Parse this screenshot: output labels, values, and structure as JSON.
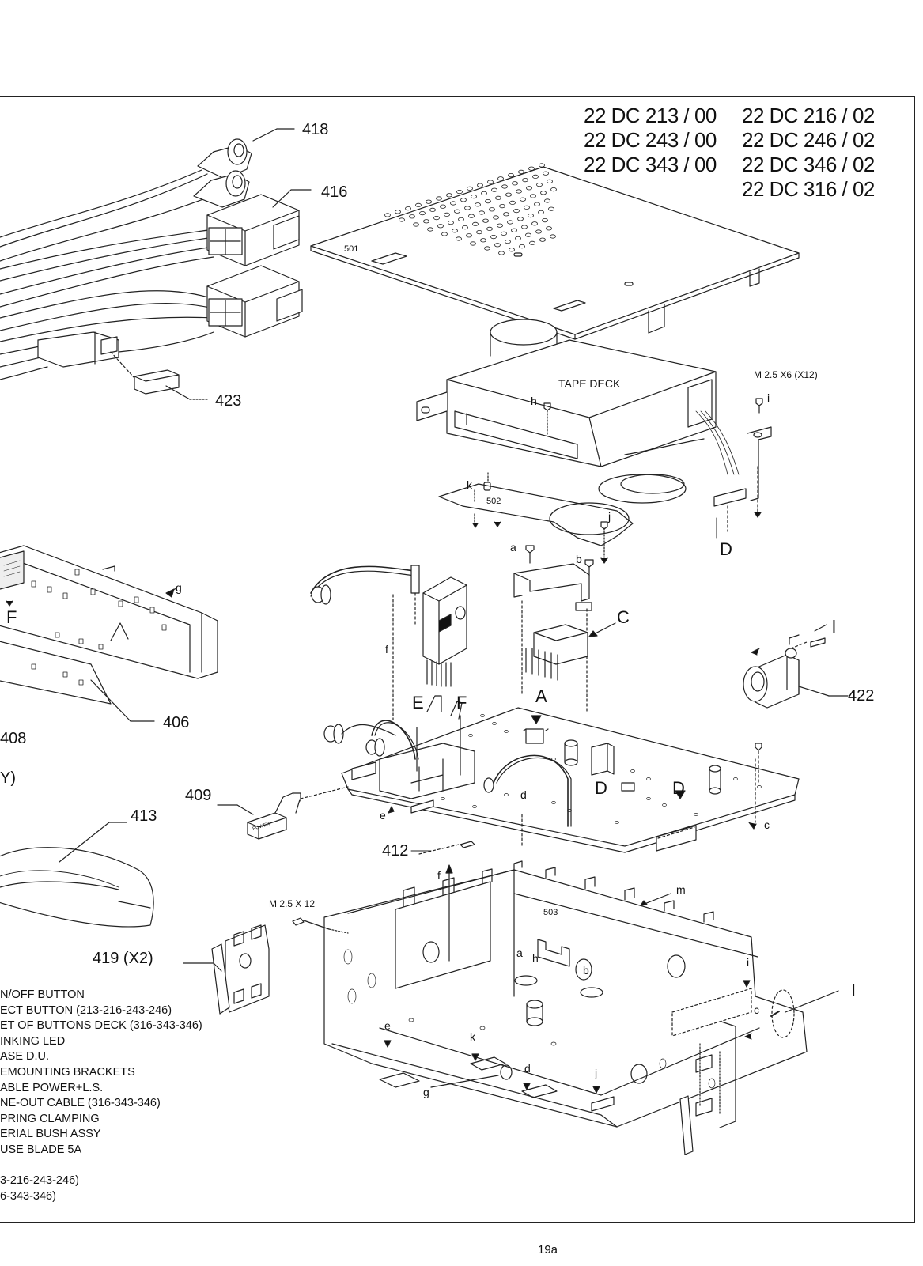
{
  "models": [
    [
      "22 DC 213 / 00",
      "22 DC 216 / 02"
    ],
    [
      "22 DC 243 / 00",
      "22 DC 246 / 02"
    ],
    [
      "22 DC 343 / 00",
      "22 DC 346 / 02"
    ],
    [
      "",
      "22 DC 316 / 02"
    ]
  ],
  "part_labels": {
    "p418": "418",
    "p416": "416",
    "p423": "423",
    "p501": "501",
    "p502": "502",
    "p503": "503",
    "p406": "406",
    "p408": "408",
    "y_fragment": "Y)",
    "p409": "409",
    "p413": "413",
    "p412": "412",
    "p422": "422",
    "p419": "419 (X2)"
  },
  "annotations": {
    "tape_deck": "TAPE DECK",
    "screw_top": "M 2.5 X6 (X12)",
    "screw_bottom": "M 2.5 X 12",
    "power_label": "POWER"
  },
  "letters": {
    "A": "A",
    "C": "C",
    "D": "D",
    "E": "E",
    "F": "F",
    "I": "I",
    "a": "a",
    "b": "b",
    "c": "c",
    "d": "d",
    "e": "e",
    "f": "f",
    "g": "g",
    "h": "h",
    "i": "i",
    "j": "j",
    "k": "k",
    "l": "l",
    "m": "m"
  },
  "legend": [
    "N/OFF BUTTON",
    "ECT BUTTON (213-216-243-246)",
    "ET OF BUTTONS DECK (316-343-346)",
    "INKING LED",
    "ASE D.U.",
    "EMOUNTING BRACKETS",
    "ABLE POWER+L.S.",
    "NE-OUT CABLE (316-343-346)",
    "PRING CLAMPING",
    "ERIAL BUSH ASSY",
    "USE BLADE 5A",
    "",
    "3-216-243-246)",
    "6-343-346)"
  ],
  "page_number": "19a"
}
